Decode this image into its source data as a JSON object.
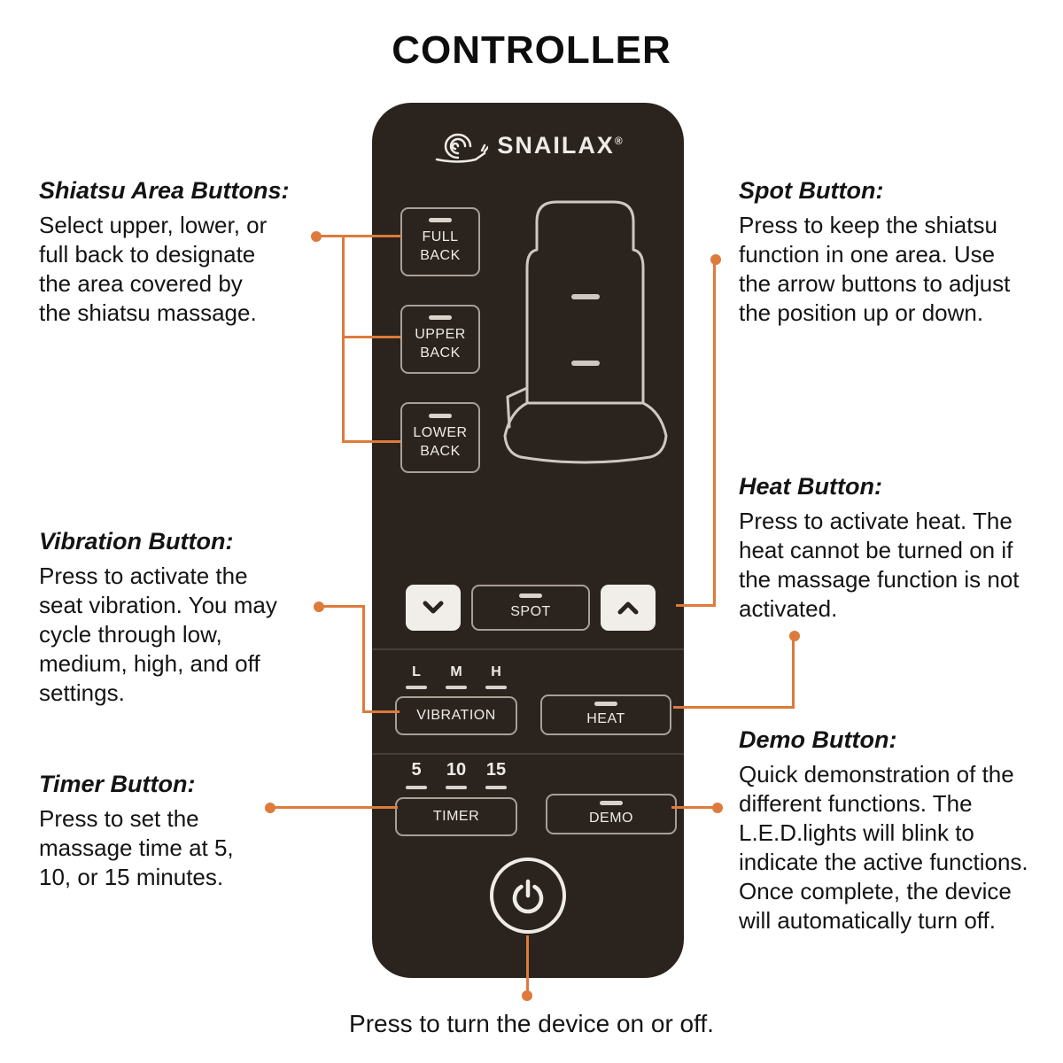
{
  "title": "CONTROLLER",
  "brand": "SNAILAX",
  "brand_reg": "®",
  "controller": {
    "buttons": {
      "full_back": "FULL BACK",
      "upper_back": "UPPER BACK",
      "lower_back": "LOWER BACK",
      "spot": "SPOT",
      "vibration": "VIBRATION",
      "heat": "HEAT",
      "timer": "TIMER",
      "demo": "DEMO"
    },
    "vibration_levels": [
      "L",
      "M",
      "H"
    ],
    "timer_minutes": [
      "5",
      "10",
      "15"
    ],
    "icons": {
      "logo": "snail-logo-icon",
      "seat": "massage-seat-graphic",
      "arrow_down": "chevron-down-icon",
      "arrow_up": "chevron-up-icon",
      "power": "power-icon"
    }
  },
  "annotations": {
    "shiatsu": {
      "heading": "Shiatsu Area Buttons:",
      "body": "Select upper, lower, or full back to designate the area covered by the shiatsu massage."
    },
    "spot": {
      "heading": "Spot Button:",
      "body": "Press to keep the shiatsu function in one area. Use the arrow buttons to adjust the position up or down."
    },
    "vibration": {
      "heading": "Vibration Button:",
      "body": "Press to activate the seat vibration. You may cycle through low, medium, high, and off settings."
    },
    "heat": {
      "heading": "Heat Button:",
      "body": "Press to activate heat. The heat cannot be turned on if the massage function is not activated."
    },
    "timer": {
      "heading": "Timer Button:",
      "body": "Press to set the massage time at 5, 10, or 15 minutes."
    },
    "demo": {
      "heading": "Demo Button:",
      "body": "Quick demonstration of the different functions. The L.E.D.lights will blink to indicate the active functions. Once complete, the device will automatically turn off."
    }
  },
  "power_note": "Press to turn the device on or off.",
  "colors": {
    "accent": "#DE7A3B",
    "controller_bg": "#2B231E",
    "button_outline": "#A89F97",
    "led": "#D9D3CC",
    "text_on_dark": "#EFECE8"
  }
}
